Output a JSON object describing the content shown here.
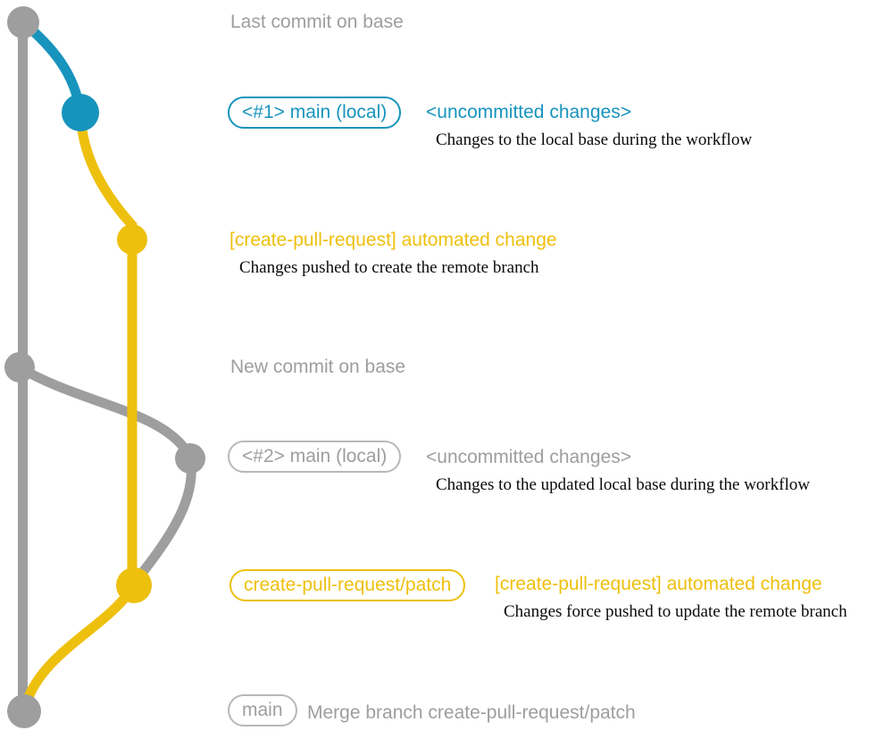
{
  "colors": {
    "gray": "#9e9e9e",
    "gray_border": "#b8b8b8",
    "blue": "#1794bd",
    "yellow": "#eec00e",
    "ink": "#0a0a0a",
    "background": "#ffffff"
  },
  "milestones": {
    "last_commit_on_base": "Last commit on base",
    "new_commit_on_base": "New commit on base"
  },
  "workflow_1": {
    "local_branch_badge": "<#1> main (local)",
    "status": "<uncommitted changes>",
    "status_note": "Changes to the local base during the workflow",
    "automated_commit": "[create-pull-request] automated change",
    "automated_commit_note": "Changes pushed to create the remote branch"
  },
  "workflow_2": {
    "local_branch_badge": "<#2> main (local)",
    "status": "<uncommitted changes>",
    "status_note": "Changes to the updated local base during the workflow",
    "remote_branch_badge": "create-pull-request/patch",
    "automated_commit": "[create-pull-request] automated change",
    "automated_commit_note": "Changes force pushed to update the remote branch"
  },
  "merge": {
    "branch_badge": "main",
    "commit_message": "Merge branch create-pull-request/patch"
  }
}
